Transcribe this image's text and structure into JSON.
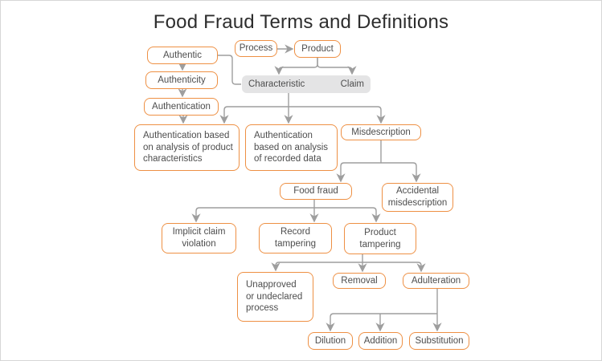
{
  "title": "Food Fraud Terms and Definitions",
  "colors": {
    "node_border": "#EE9044",
    "node_text": "#4D4D4D",
    "title_text": "#2D2D2D",
    "connector": "#9E9E9E",
    "group_fill": "#E4E4E5",
    "page_border": "#D6D6D6"
  },
  "nodes": {
    "authentic": {
      "label": "Authentic"
    },
    "process": {
      "label": "Process"
    },
    "product": {
      "label": "Product"
    },
    "authenticity": {
      "label": "Authenticity"
    },
    "characteristic": {
      "label": "Characteristic"
    },
    "claim": {
      "label": "Claim"
    },
    "authentication": {
      "label": "Authentication"
    },
    "auth_product": {
      "label": "Authentication based\non analysis of product\ncharacteristics"
    },
    "auth_data": {
      "label": "Authentication\nbased on analysis\nof recorded data"
    },
    "misdescription": {
      "label": "Misdescription"
    },
    "food_fraud": {
      "label": "Food fraud"
    },
    "accidental": {
      "label": "Accidental\nmisdescription"
    },
    "implicit": {
      "label": "Implicit claim\nviolation"
    },
    "record": {
      "label": "Record\ntampering"
    },
    "product_tampering": {
      "label": "Product\ntampering"
    },
    "unapproved": {
      "label": "Unapproved\nor undeclared\nprocess"
    },
    "removal": {
      "label": "Removal"
    },
    "adulteration": {
      "label": "Adulteration"
    },
    "dilution": {
      "label": "Dilution"
    },
    "addition": {
      "label": "Addition"
    },
    "substitution": {
      "label": "Substitution"
    }
  },
  "edges": [
    {
      "from": "authentic",
      "to": "authenticity"
    },
    {
      "from": "authenticity",
      "to": "authentication"
    },
    {
      "from": "authentication",
      "to": "auth_product"
    },
    {
      "from": "process",
      "to": "product"
    },
    {
      "from": "product",
      "to": "characteristic"
    },
    {
      "from": "product",
      "to": "claim"
    },
    {
      "from": "authentic",
      "to": "characteristic_claim_group"
    },
    {
      "from": "characteristic",
      "to": "claim"
    },
    {
      "from": "characteristic",
      "to": "auth_product"
    },
    {
      "from": "characteristic",
      "to": "auth_data"
    },
    {
      "from": "characteristic",
      "to": "misdescription"
    },
    {
      "from": "misdescription",
      "to": "food_fraud"
    },
    {
      "from": "misdescription",
      "to": "accidental"
    },
    {
      "from": "food_fraud",
      "to": "implicit"
    },
    {
      "from": "food_fraud",
      "to": "record"
    },
    {
      "from": "food_fraud",
      "to": "product_tampering"
    },
    {
      "from": "product_tampering",
      "to": "unapproved"
    },
    {
      "from": "product_tampering",
      "to": "removal"
    },
    {
      "from": "product_tampering",
      "to": "adulteration"
    },
    {
      "from": "adulteration",
      "to": "dilution"
    },
    {
      "from": "adulteration",
      "to": "addition"
    },
    {
      "from": "adulteration",
      "to": "substitution"
    }
  ]
}
